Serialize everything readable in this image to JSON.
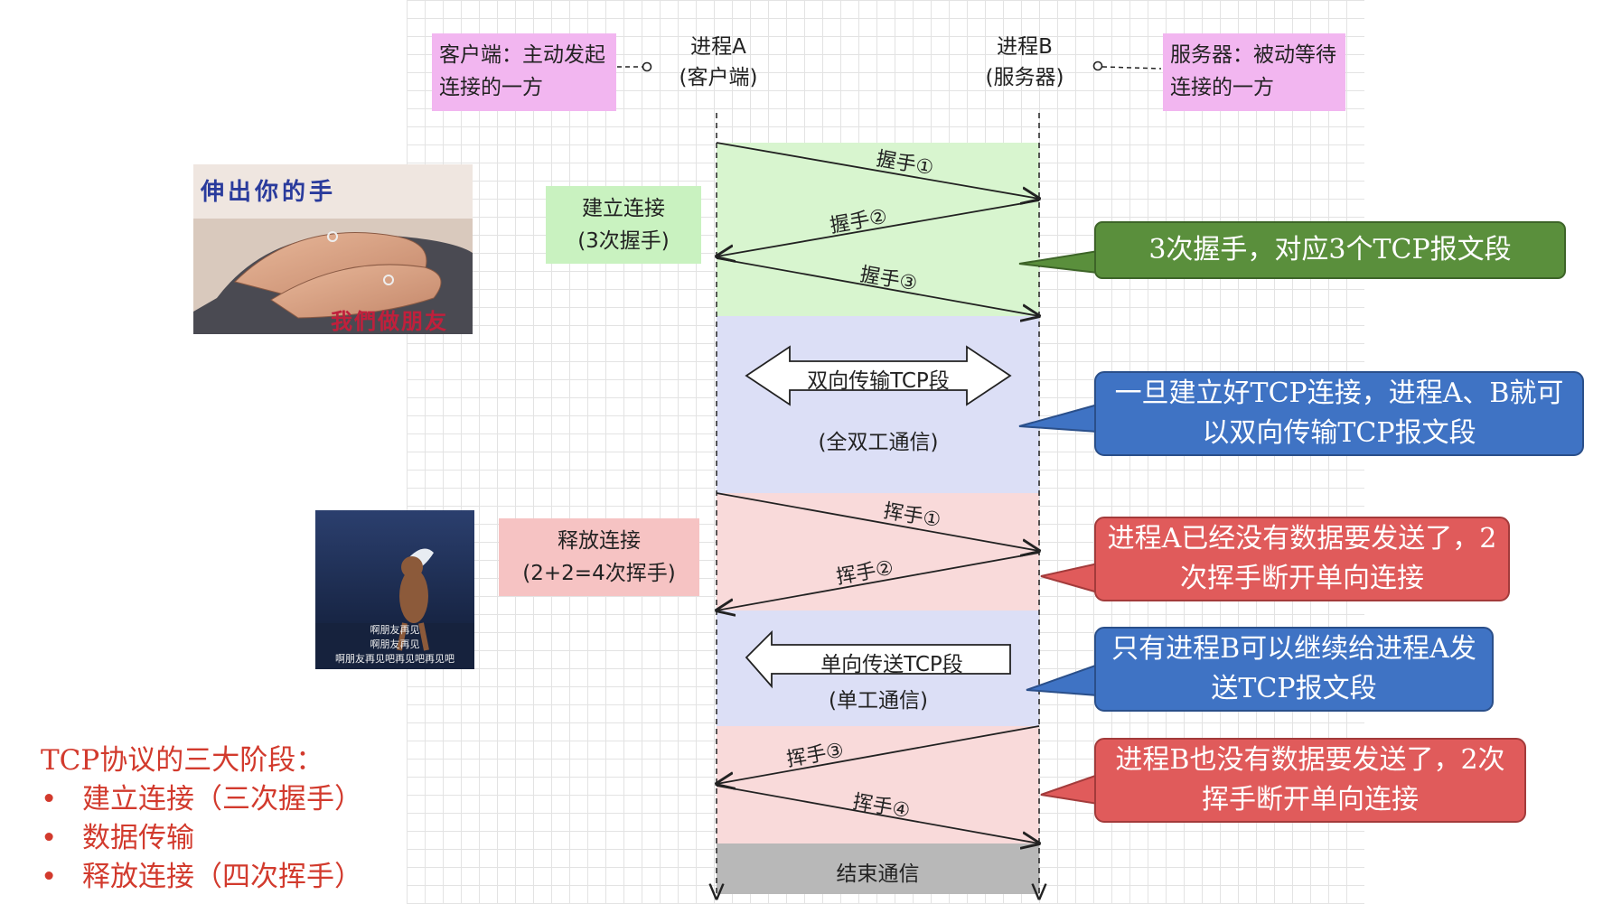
{
  "client_role": "客户端：主动发起连接的一方",
  "server_role": "服务器：被动等待连接的一方",
  "process_a": {
    "name": "进程A",
    "role": "(客户端)"
  },
  "process_b": {
    "name": "进程B",
    "role": "(服务器)"
  },
  "phases": {
    "establish": {
      "line1": "建立连接",
      "line2": "(3次握手)"
    },
    "release": {
      "line1": "释放连接",
      "line2": "(2+2=4次挥手)"
    }
  },
  "messages": {
    "hs1": "握手①",
    "hs2": "握手②",
    "hs3": "握手③",
    "wv1": "挥手①",
    "wv2": "挥手②",
    "wv3": "挥手③",
    "wv4": "挥手④"
  },
  "duplex": {
    "arrow": "双向传输TCP段",
    "note": "(全双工通信)"
  },
  "simplex": {
    "arrow": "单向传送TCP段",
    "note": "(单工通信)"
  },
  "end": "结束通信",
  "callouts": [
    {
      "text": "3次握手，对应3个TCP报文段",
      "color": "#5a8f3c"
    },
    {
      "text": "一旦建立好TCP连接，进程A、B就可以双向传输TCP报文段",
      "color": "#3f73c4"
    },
    {
      "text": "进程A已经没有数据要发送了，2次挥手断开单向连接",
      "color": "#e05b5b"
    },
    {
      "text": "只有进程B可以继续给进程A发送TCP报文段",
      "color": "#3f73c4"
    },
    {
      "text": "进程B也没有数据要发送了，2次挥手断开单向连接",
      "color": "#e05b5b"
    }
  ],
  "image_handshake": {
    "top_text": "伸出你的手",
    "bottom_text": "我們做朋友"
  },
  "image_farewell": {
    "sub1": "啊朋友再见",
    "sub2": "啊朋友再见",
    "sub3": "啊朋友再见吧再见吧再见吧"
  },
  "summary": {
    "title": "TCP协议的三大阶段：",
    "items": [
      "建立连接（三次握手）",
      "数据传输",
      "释放连接（四次挥手）"
    ]
  }
}
